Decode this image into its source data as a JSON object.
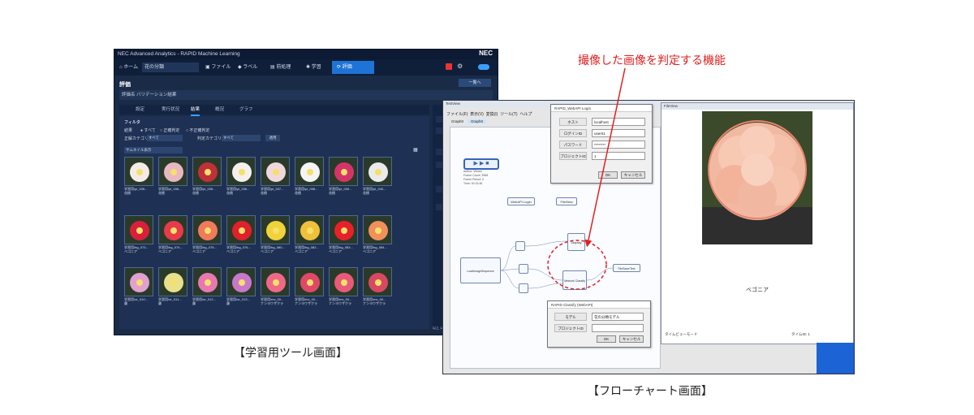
{
  "captions": {
    "left": "【学習用ツール画面】",
    "right": "【フローチャート画面】",
    "annotation": "撮像した画像を判定する機能"
  },
  "colors": {
    "accent_red": "#e02020",
    "nav_active": "#1e73d6",
    "dark_bg": "#1a2b47"
  },
  "left_app": {
    "title": "NEC Advanced Analytics - RAPID Machine Learning",
    "brand": "NEC",
    "nav": {
      "home": "ホーム",
      "project_select": "花の分類",
      "items": [
        "ファイル",
        "ラベル",
        "前処理",
        "学習",
        "評価"
      ]
    },
    "section_title": "評価",
    "right_button": "一覧へ",
    "eval_row": "評価名 バリデーション結果",
    "tabs": [
      "設定",
      "実行状況",
      "結果",
      "概況",
      "グラフ"
    ],
    "filter_label": "フィルタ",
    "filter_options": [
      "すべて",
      "正確判定",
      "不正確判定"
    ],
    "filter_prefix": "結果",
    "category_label": "正解カテゴリ",
    "category_value": "すべて",
    "predicted_label": "判定カテゴリ",
    "predicted_value": "すべて",
    "apply_button": "適用",
    "sort_select": "サムネイル表示",
    "status_text": "以上 1枚の選択",
    "rows": [
      {
        "captions": [
          "学習用/pl_035...",
          "学習用/pl_036...",
          "学習用/pl_035...",
          "学習用/pl_036...",
          "学習用/pl_037...",
          "学習用/pl_038...",
          "学習用/pl_039...",
          "学習用/pl_040..."
        ],
        "labels": [
          "花桃",
          "花桃",
          "花桃",
          "花桃",
          "花桃",
          "花桃",
          "花桃",
          "花桃"
        ]
      },
      {
        "captions": [
          "学習用/bg_073...",
          "学習用/bg_074...",
          "学習用/bg_075...",
          "学習用/bg_076...",
          "学習用/bg_080...",
          "学習用/bg_082...",
          "学習用/bg_083...",
          "学習用/bg_084..."
        ],
        "labels": [
          "ベゴニア",
          "ベゴニア",
          "ベゴニア",
          "ベゴニア",
          "ベゴニア",
          "ベゴニア",
          "ベゴニア",
          "ベゴニア"
        ]
      },
      {
        "captions": [
          "学習用/or_010...",
          "学習用/or_011...",
          "学習用/or_012...",
          "学習用/or_013...",
          "学習用/mc_00...",
          "学習用/mc_00...",
          "学習用/mc_00...",
          "学習用/mc_00..."
        ],
        "labels": [
          "蘭",
          "蘭",
          "蘭",
          "蘭",
          "ナンヨウザクラ",
          "ナンヨウザクラ",
          "ナンヨウザクラ",
          "ナンヨウザクラ"
        ]
      }
    ]
  },
  "right_app": {
    "window_title": "TestView",
    "menu": [
      "ファイル(F)",
      "表示(V)",
      "変換(I)",
      "ツール(T)",
      "ヘルプ"
    ],
    "tabs": [
      "Graph0",
      "Graph0"
    ],
    "info_lines": [
      "Author: Viewer",
      "Frame Count: 3568",
      "Frame Period: 0",
      "Time: 00:13:46"
    ],
    "nodes": [
      "WebAPI Login",
      "FileView",
      "LoadImageSequence",
      "Display",
      "Network Classify",
      "FileSave/Text"
    ],
    "login_dialog": {
      "title": "RAPID_WebAPI Login",
      "labels": [
        "ホスト",
        "ログインID",
        "パスワード",
        "プロジェクトID"
      ],
      "values": [
        "localhost",
        "user01",
        "********",
        "1"
      ],
      "ok": "OK",
      "cancel": "キャンセル"
    },
    "classify_dialog": {
      "title": "RAPID Classify (WebAPI)",
      "labels": [
        "モデル",
        "プロジェクトID"
      ],
      "values": [
        "花の分類モデル",
        ""
      ],
      "ok": "OK",
      "cancel": "キャンセル"
    },
    "viewer": {
      "title": "FileView",
      "result_label": "ベゴニア",
      "status_left": "タイムビューモード",
      "status_right": "タイムID: 1"
    }
  }
}
